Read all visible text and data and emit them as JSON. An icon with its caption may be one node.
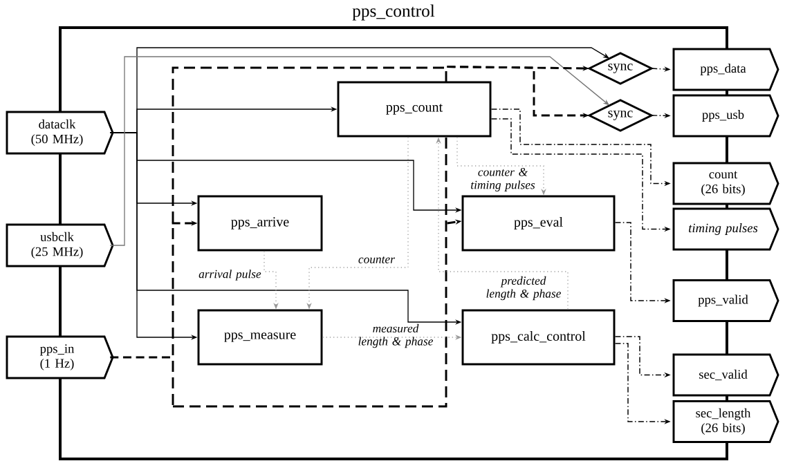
{
  "diagram": {
    "nodes": [
      {
        "text": [
          "pps_control"
        ]
      },
      {
        "text": [
          "dataclk (50 MHz)"
        ]
      },
      {
        "text": [
          "usbclk (25 MHz)"
        ]
      },
      {
        "text": [
          "pps_in (1 Hz)"
        ]
      },
      {
        "text": [],
        "shape": "box",
        "in": 0
      },
      {
        "text": [
          "pps_count"
        ],
        "in": 0
      },
      {
        "text": [
          "pps_arrive"
        ],
        "in": 4
      },
      {
        "text": [
          "pps_eval"
        ],
        "in": 0
      },
      {
        "text": [
          "pps_measure"
        ],
        "in": 4
      },
      {
        "text": [
          "pps_calc_control"
        ],
        "in": 0
      },
      {
        "text": [
          "sync"
        ],
        "in": 0
      },
      {
        "text": [
          "sync"
        ],
        "in": 0
      },
      {
        "text": [
          "pps_data"
        ]
      },
      {
        "text": [
          "pps_usb"
        ]
      },
      {
        "text": [
          "count (26 bits)"
        ]
      },
      {
        "text": [
          "timing pulses"
        ]
      },
      {
        "text": [
          "pps_valid"
        ]
      },
      {
        "text": [
          "sec_valid"
        ]
      },
      {
        "text": [
          "sec_length (26 bits)"
        ]
      }
    ],
    "edges": [
      {
        "from": 1,
        "to": 10,
        "arrow": "to"
      },
      {
        "from": 1,
        "to": 5,
        "arrow": "to"
      },
      {
        "from": 1,
        "to": 7,
        "arrow": "to"
      },
      {
        "from": 1,
        "to": 6,
        "arrow": "to"
      },
      {
        "from": 1,
        "to": 9,
        "arrow": "to"
      },
      {
        "from": 1,
        "to": 8,
        "arrow": "to"
      },
      {
        "from": 2,
        "to": 11,
        "arrow": "to",
        "color": "#777777"
      },
      {
        "from": 3,
        "to": 4,
        "arrow": "none",
        "style": "dashed"
      },
      {
        "from": 4,
        "to": 6,
        "arrow": "to",
        "style": "dashed"
      },
      {
        "from": 4,
        "to": 7,
        "arrow": "to",
        "style": "dashed"
      },
      {
        "from": 4,
        "to": 10,
        "arrow": "to",
        "style": "dashed"
      },
      {
        "from": 4,
        "to": 11,
        "arrow": "to",
        "style": "dashed"
      },
      {
        "from": 10,
        "to": 12,
        "arrow": "to",
        "style": "dashed"
      },
      {
        "from": 11,
        "to": 13,
        "arrow": "to",
        "style": "dashed"
      },
      {
        "from": 5,
        "to": 14,
        "arrow": "to",
        "style": "dashed"
      },
      {
        "from": 5,
        "to": 15,
        "arrow": "to",
        "style": "dashed"
      },
      {
        "from": 7,
        "to": 16,
        "arrow": "to",
        "style": "dashed"
      },
      {
        "from": 9,
        "to": 17,
        "arrow": "to",
        "style": "dashed"
      },
      {
        "from": 9,
        "to": 18,
        "arrow": "to",
        "style": "dashed"
      },
      {
        "from": 5,
        "to": 8,
        "arrow": "to",
        "style": "dashed",
        "color": "#999999",
        "label": "counter"
      },
      {
        "from": 5,
        "to": 7,
        "arrow": "to",
        "style": "dashed",
        "color": "#999999",
        "label": "counter & timing pulses"
      },
      {
        "from": 6,
        "to": 8,
        "arrow": "to",
        "style": "dashed",
        "color": "#999999",
        "label": "arrival pulse"
      },
      {
        "from": 8,
        "to": 9,
        "arrow": "to",
        "style": "dashed",
        "color": "#999999",
        "label": "measured length & phase"
      },
      {
        "from": 9,
        "to": 5,
        "arrow": "to",
        "style": "dashed",
        "color": "#999999",
        "label": "predicted length & phase"
      }
    ]
  }
}
